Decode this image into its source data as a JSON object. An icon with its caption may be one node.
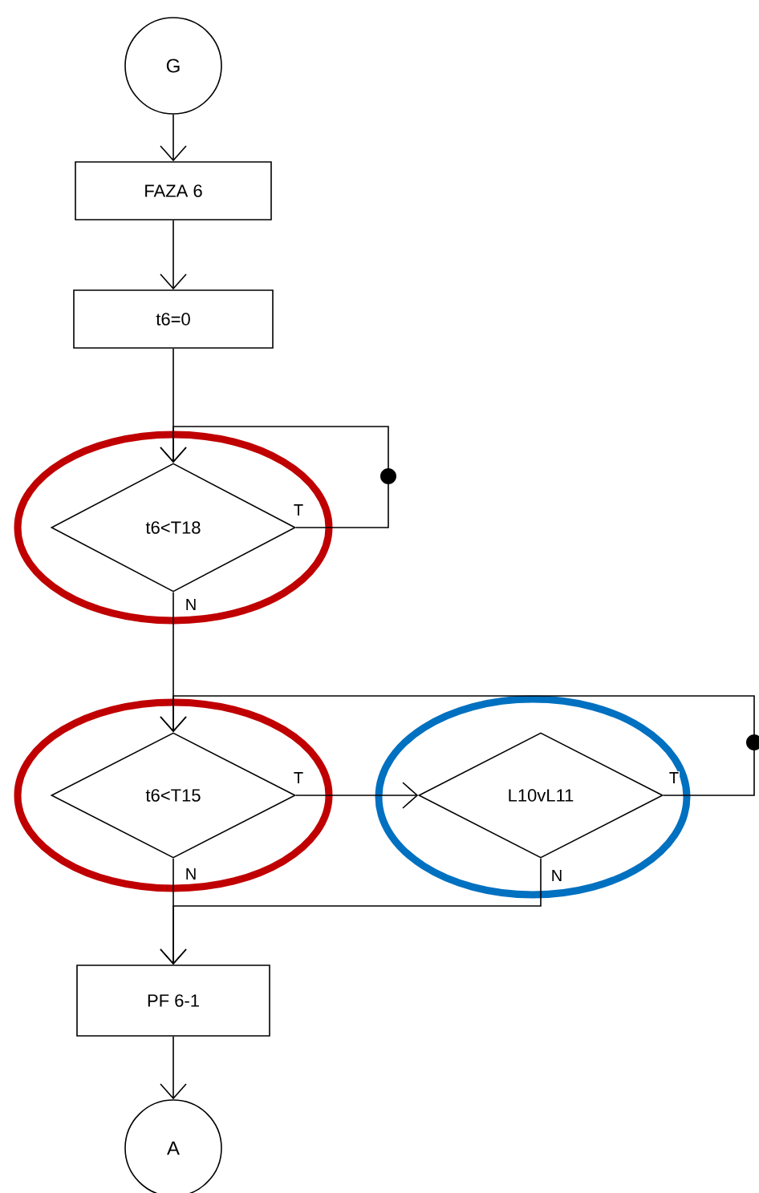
{
  "diagram": {
    "nodes": [
      {
        "text": [
          "G"
        ]
      },
      {
        "text": [
          "FAZA 6"
        ]
      },
      {
        "text": [
          "t6=0"
        ]
      },
      {
        "text": [
          "t6<T18"
        ]
      },
      {
        "text": [
          "t6<T15"
        ]
      },
      {
        "text": [
          "L10vL11"
        ]
      },
      {
        "text": [
          "PF 6-1"
        ]
      },
      {
        "text": [
          "A"
        ]
      }
    ],
    "edges": [
      {
        "from": 0,
        "to": 1,
        "arrow": "to"
      },
      {
        "from": 1,
        "to": 2,
        "arrow": "to"
      },
      {
        "from": 2,
        "to": 3,
        "arrow": "to"
      },
      {
        "from": 3,
        "to": 3,
        "arrow": "to",
        "label": "T"
      },
      {
        "from": 3,
        "to": 4,
        "arrow": "to",
        "label": "N"
      },
      {
        "from": 4,
        "to": 5,
        "arrow": "to",
        "label": "T"
      },
      {
        "from": 5,
        "to": 4,
        "arrow": "to",
        "label": "T"
      },
      {
        "from": 4,
        "to": 6,
        "arrow": "to",
        "label": "N"
      },
      {
        "from": 5,
        "to": 6,
        "arrow": "to",
        "label": "N"
      },
      {
        "from": 6,
        "to": 7,
        "arrow": "to"
      }
    ]
  }
}
